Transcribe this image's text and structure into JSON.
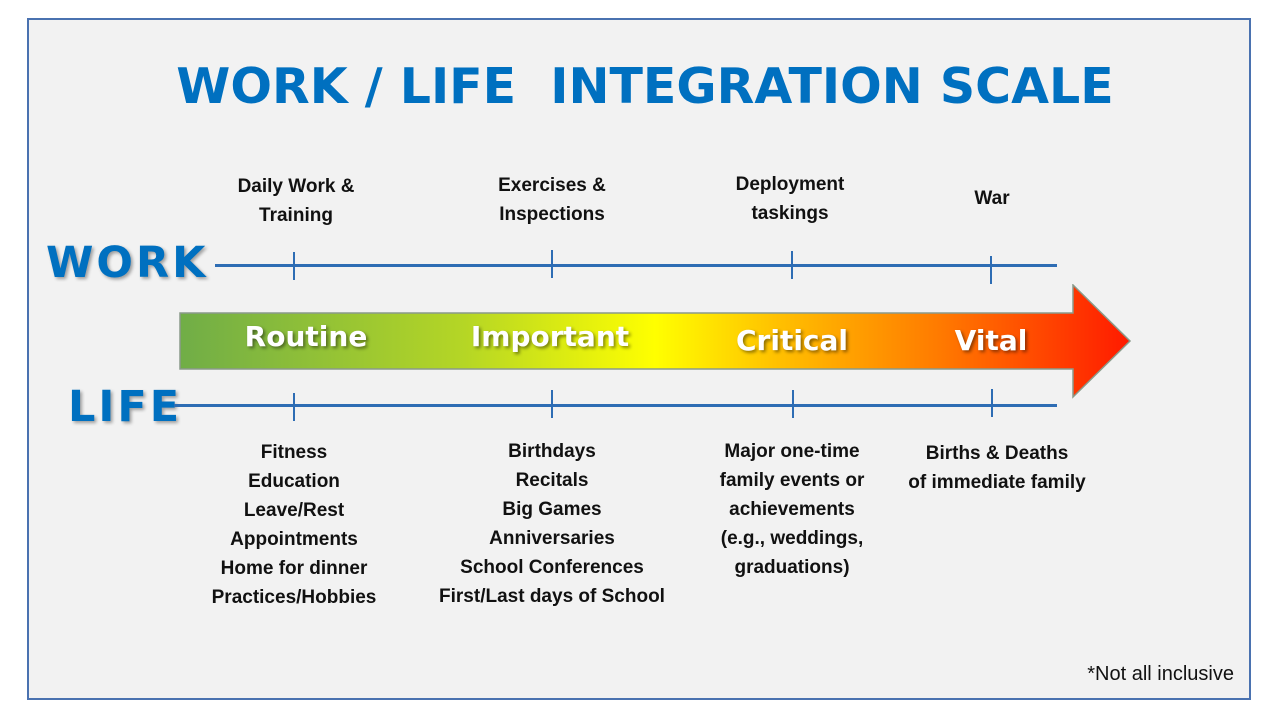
{
  "title": "WORK / LIFE  INTEGRATION SCALE",
  "axes": {
    "work_label": "WORK",
    "life_label": "LIFE"
  },
  "levels": [
    {
      "label": "Routine",
      "work": "Daily Work &\nTraining",
      "life": "Fitness\nEducation\nLeave/Rest\nAppointments\nHome for dinner\nPractices/Hobbies"
    },
    {
      "label": "Important",
      "work": "Exercises &\nInspections",
      "life": "Birthdays\nRecitals\nBig Games\nAnniversaries\nSchool Conferences\nFirst/Last days of School"
    },
    {
      "label": "Critical",
      "work": "Deployment\ntaskings",
      "life": "Major one-time\nfamily events or\nachievements\n(e.g., weddings,\ngraduations)"
    },
    {
      "label": "Vital",
      "work": "War",
      "life": "Births & Deaths\nof immediate family"
    }
  ],
  "footnote": "*Not all inclusive",
  "colors": {
    "title": "#0070c0",
    "line": "#2e6db4",
    "gradient": [
      "#70ad47",
      "#b5d625",
      "#ffff00",
      "#ffc000",
      "#ff7a00",
      "#ff1a00"
    ]
  }
}
